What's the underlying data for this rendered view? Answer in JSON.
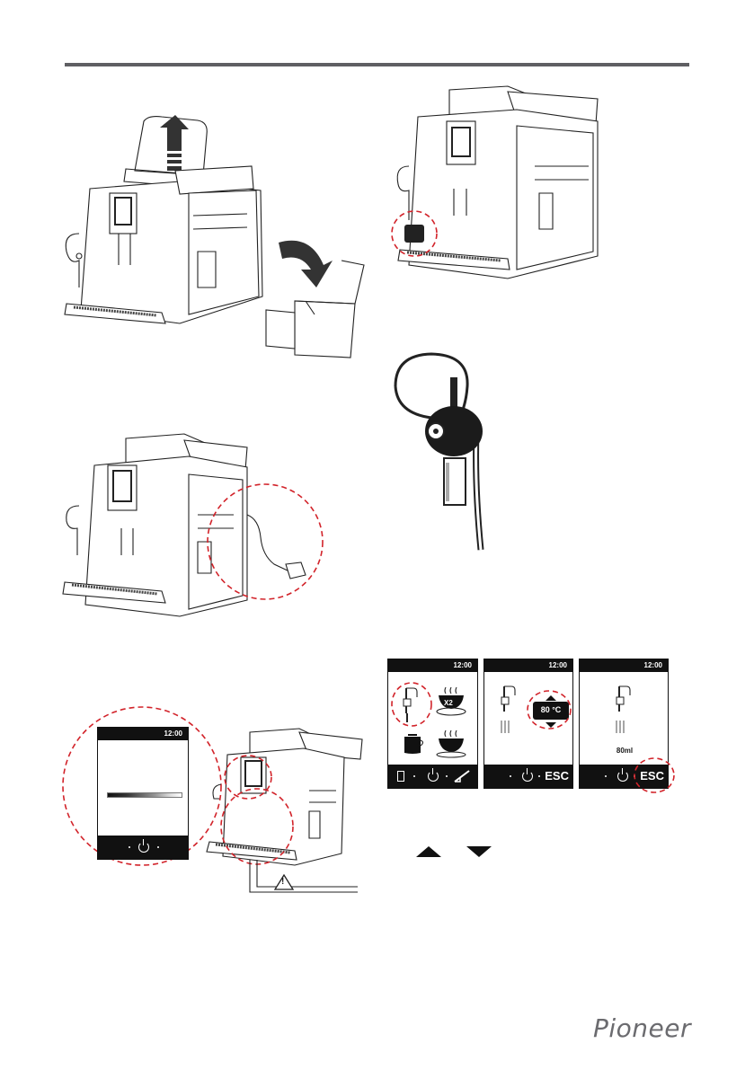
{
  "screens": {
    "clock": "12:00",
    "temp_value": "80 °C",
    "volume_value": "80ml",
    "esc_label": "ESC",
    "x2_label": "X2"
  },
  "warning_symbol": "!",
  "brand": "Pioneer",
  "colors": {
    "accent_red": "#d2232a",
    "rule_gray": "#5f5f63",
    "logo_gray": "#6b6b6f"
  },
  "icons": [
    "arrow-up-icon",
    "arrow-down-curved-icon",
    "milk-frother-icon",
    "power-icon",
    "cup-icon",
    "double-cup-icon",
    "pot-icon",
    "menu-icon",
    "clean-icon",
    "warning-icon",
    "triangle-up-icon",
    "triangle-down-icon"
  ]
}
